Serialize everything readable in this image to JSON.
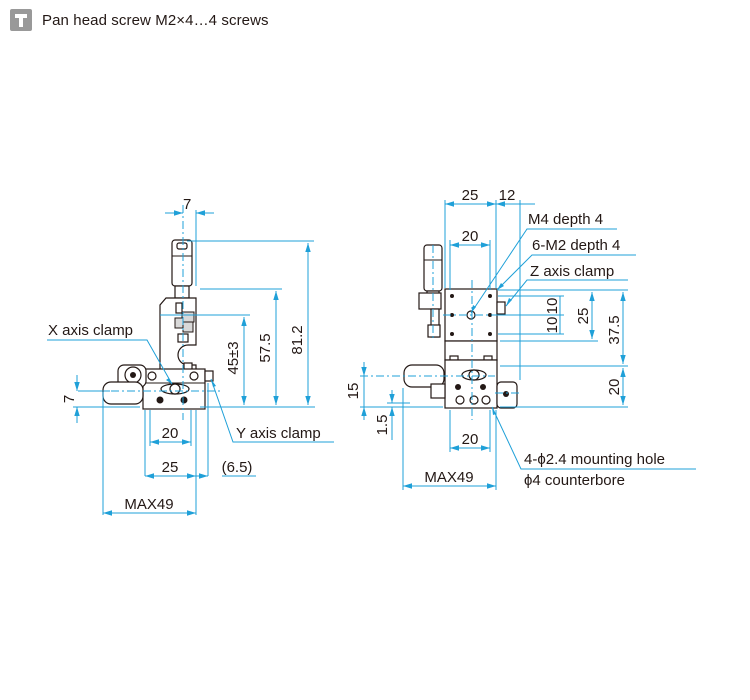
{
  "header": {
    "icon": "screw-icon",
    "text": "Pan head screw M2×4…4 screws"
  },
  "colors": {
    "dimension_line": "#1fa0d8",
    "part_outline": "#231815",
    "icon_bg": "#999999"
  },
  "side_view": {
    "dims": {
      "top_width": "7",
      "total_height": "81.2",
      "height_57": "57.5",
      "height_45": "45±3",
      "left_7": "7",
      "width_20": "20",
      "width_25": "25",
      "offset_6_5": "(6.5)",
      "max_width": "MAX49"
    },
    "callouts": {
      "x_clamp": "X axis clamp",
      "y_clamp": "Y axis clamp"
    }
  },
  "front_view": {
    "dims": {
      "top_25": "25",
      "top_12": "12",
      "inner_20": "20",
      "v_10a": "10",
      "v_10b": "10",
      "v_25": "25",
      "v_37_5": "37.5",
      "v_20": "20",
      "left_15": "15",
      "left_1_5": "1.5",
      "bottom_20": "20",
      "max_width": "MAX49"
    },
    "callouts": {
      "m4": "M4 depth 4",
      "m2": "6-M2 depth 4",
      "z_clamp": "Z axis clamp",
      "mounting_hole": "4-ϕ2.4 mounting hole",
      "counterbore": "ϕ4 counterbore"
    }
  }
}
